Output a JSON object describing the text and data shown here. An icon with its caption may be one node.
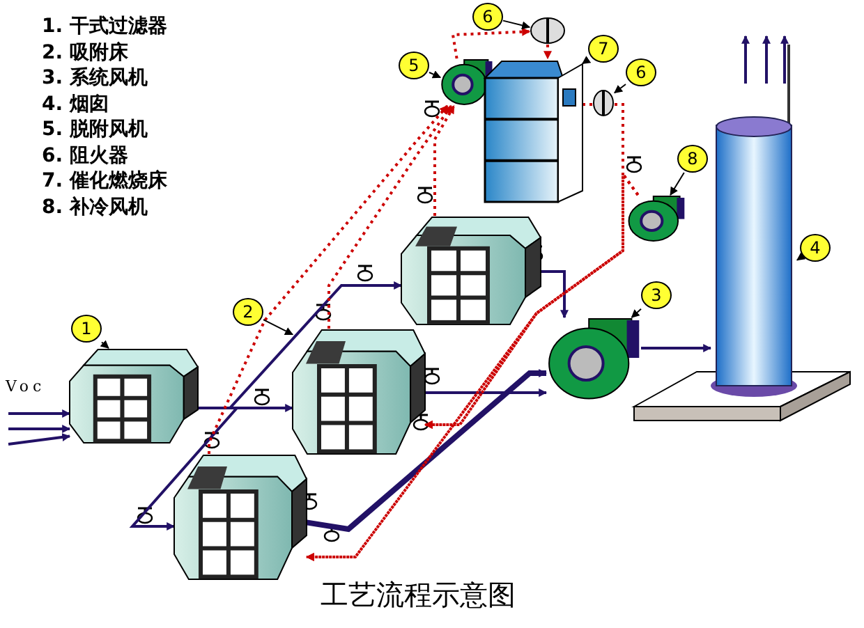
{
  "diagram": {
    "title": "工艺流程示意图",
    "nodes": [
      {
        "text": [],
        "shape": "picture"
      },
      {
        "text": [],
        "shape": "picture"
      },
      {
        "text": [],
        "shape": "picture"
      },
      {
        "text": [],
        "shape": "picture"
      },
      {
        "text": [],
        "shape": "picture"
      },
      {
        "text": [],
        "shape": "picture"
      },
      {
        "text": [],
        "shape": "picture"
      },
      {
        "text": [],
        "shape": "picture"
      },
      {
        "text": [],
        "shape": "picture"
      },
      {
        "text": [],
        "shape": "picture"
      },
      {
        "text": [],
        "shape": "picture"
      },
      {
        "text": [
          "1"
        ]
      },
      {
        "text": [
          "2"
        ]
      },
      {
        "text": [
          "3"
        ]
      },
      {
        "text": [
          "4"
        ]
      },
      {
        "text": [
          "5"
        ]
      },
      {
        "text": [
          "6"
        ]
      },
      {
        "text": [
          "7"
        ]
      },
      {
        "text": [
          "6"
        ]
      },
      {
        "text": [
          "8"
        ]
      }
    ],
    "edges": [
      {
        "from": null,
        "to": 0,
        "arrow": "to"
      },
      {
        "from": null,
        "to": 0,
        "arrow": "to"
      },
      {
        "from": null,
        "to": 0,
        "arrow": "to"
      },
      {
        "from": 0,
        "to": 1,
        "arrow": "to"
      },
      {
        "from": 0,
        "to": 2,
        "arrow": "to"
      },
      {
        "from": 0,
        "to": 3,
        "arrow": "to"
      },
      {
        "from": 1,
        "to": 4,
        "arrow": "to"
      },
      {
        "from": 2,
        "to": 4,
        "arrow": "to"
      },
      {
        "from": 3,
        "to": 4,
        "arrow": "to",
        "style": "thick"
      },
      {
        "from": 4,
        "to": 5,
        "arrow": "to"
      },
      {
        "from": 1,
        "to": 6,
        "arrow": "to",
        "style": "dashed",
        "color": "#cc0000"
      },
      {
        "from": 2,
        "to": 6,
        "arrow": "to",
        "style": "dashed",
        "color": "#cc0000"
      },
      {
        "from": 3,
        "to": 6,
        "arrow": "to",
        "style": "dashed",
        "color": "#cc0000"
      },
      {
        "from": 6,
        "to": 7,
        "arrow": "to",
        "style": "dashed",
        "color": "#cc0000"
      },
      {
        "from": 7,
        "to": 8,
        "arrow": "to",
        "style": "dashed",
        "color": "#cc0000"
      },
      {
        "from": 8,
        "to": 9,
        "arrow": "none",
        "style": "dashed",
        "color": "#cc0000"
      },
      {
        "from": 9,
        "to": 2,
        "arrow": "to",
        "style": "dashed",
        "color": "#cc0000"
      },
      {
        "from": 9,
        "to": 3,
        "arrow": "to",
        "style": "dashed",
        "color": "#cc0000"
      },
      {
        "from": 10,
        "to": 2,
        "arrow": "to",
        "style": "dashed",
        "color": "#cc0000"
      },
      {
        "from": 10,
        "to": 3,
        "arrow": "to",
        "style": "dashed",
        "color": "#cc0000"
      },
      {
        "from": 11,
        "to": 0,
        "arrow": "to",
        "color": "#000000"
      },
      {
        "from": 12,
        "to": 2,
        "arrow": "to",
        "color": "#000000"
      },
      {
        "from": 13,
        "to": 4,
        "arrow": "to",
        "color": "#000000"
      },
      {
        "from": 14,
        "to": 5,
        "arrow": "to",
        "color": "#000000"
      },
      {
        "from": 15,
        "to": 6,
        "arrow": "to",
        "color": "#000000"
      },
      {
        "from": 16,
        "to": 7,
        "arrow": "to",
        "color": "#000000"
      },
      {
        "from": 17,
        "to": 8,
        "arrow": "to",
        "color": "#000000"
      },
      {
        "from": 18,
        "to": 9,
        "arrow": "to",
        "color": "#000000"
      },
      {
        "from": 19,
        "to": 10,
        "arrow": "to",
        "color": "#000000"
      }
    ],
    "labels": [
      "1. 干式过滤器",
      "2. 吸附床",
      "3. 系统风机",
      "4. 烟囱",
      "5. 脱附风机",
      "6. 阻火器",
      "7. 催化燃烧床",
      "8. 补冷风机",
      "Voc"
    ]
  }
}
